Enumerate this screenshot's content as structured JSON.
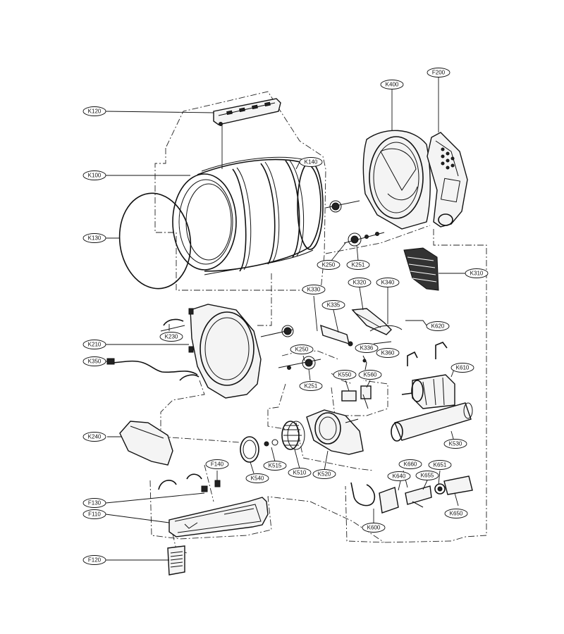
{
  "callouts": [
    {
      "id": "K120",
      "label": "K120"
    },
    {
      "id": "K100",
      "label": "K100"
    },
    {
      "id": "K130",
      "label": "K130"
    },
    {
      "id": "K140",
      "label": "K140"
    },
    {
      "id": "K400",
      "label": "K400"
    },
    {
      "id": "F200",
      "label": "F200"
    },
    {
      "id": "K250a",
      "label": "K250"
    },
    {
      "id": "K251a",
      "label": "K251"
    },
    {
      "id": "K310",
      "label": "K310"
    },
    {
      "id": "K330",
      "label": "K330"
    },
    {
      "id": "K320",
      "label": "K320"
    },
    {
      "id": "K340",
      "label": "K340"
    },
    {
      "id": "K335",
      "label": "K335"
    },
    {
      "id": "K230",
      "label": "K230"
    },
    {
      "id": "K620",
      "label": "K620"
    },
    {
      "id": "K210",
      "label": "K210"
    },
    {
      "id": "K250b",
      "label": "K250"
    },
    {
      "id": "K336",
      "label": "K336"
    },
    {
      "id": "K360",
      "label": "K360"
    },
    {
      "id": "K350",
      "label": "K350"
    },
    {
      "id": "K610",
      "label": "K610"
    },
    {
      "id": "K550",
      "label": "K550"
    },
    {
      "id": "K560",
      "label": "K560"
    },
    {
      "id": "K251b",
      "label": "K251"
    },
    {
      "id": "K240",
      "label": "K240"
    },
    {
      "id": "K530",
      "label": "K530"
    },
    {
      "id": "K515",
      "label": "K515"
    },
    {
      "id": "K510",
      "label": "K510"
    },
    {
      "id": "K520",
      "label": "K520"
    },
    {
      "id": "K660",
      "label": "K660"
    },
    {
      "id": "K651",
      "label": "K651"
    },
    {
      "id": "F140",
      "label": "F140"
    },
    {
      "id": "K540",
      "label": "K540"
    },
    {
      "id": "K640",
      "label": "K640"
    },
    {
      "id": "K655",
      "label": "K655"
    },
    {
      "id": "F130",
      "label": "F130"
    },
    {
      "id": "F110",
      "label": "F110"
    },
    {
      "id": "K650",
      "label": "K650"
    },
    {
      "id": "K600",
      "label": "K600"
    },
    {
      "id": "F120",
      "label": "F120"
    }
  ]
}
